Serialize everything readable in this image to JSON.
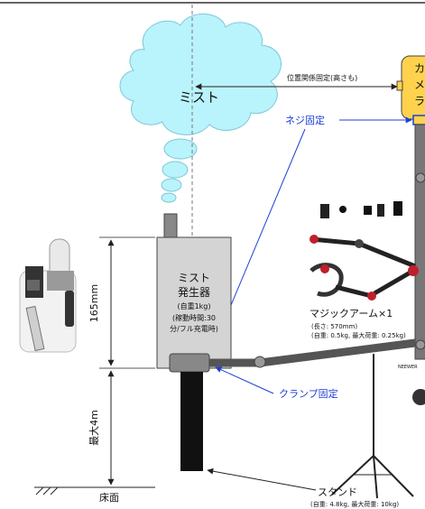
{
  "cloud": {
    "label": "ミスト"
  },
  "position_note": "位置関係固定(高さも)",
  "camera_label": [
    "カ",
    "メ",
    "ラ"
  ],
  "screw_label": "ネジ固定",
  "generator": {
    "title": [
      "ミスト",
      "発生器"
    ],
    "details": [
      "(自重1kg)",
      "(稼動時間:30",
      "分/フル充電時)"
    ]
  },
  "dimensions": {
    "height_box": "165mm",
    "height_max": "最大4m"
  },
  "floor_label": "床面",
  "clamp_label": "クランプ固定",
  "magic_arm": {
    "title": "マジックアーム×1",
    "length": "(長さ: 570mm)",
    "weights": "(自重: 0.5kg, 最大荷重: 0.25kg)"
  },
  "stand": {
    "title": "スタンド",
    "weights": "(自重: 4.8kg, 最大荷重: 10kg)"
  },
  "brand": "NEEWER",
  "colors": {
    "cloud": "#b9f3fb",
    "camera": "#ffd24d",
    "blue_text": "#1f3fd6",
    "generator": "#d4d4d4"
  }
}
